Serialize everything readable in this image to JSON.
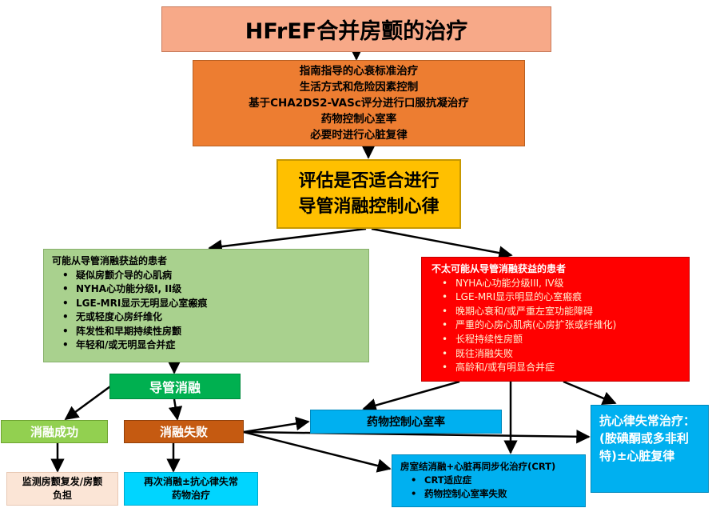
{
  "title": "HFrEF合并房颤的治疗",
  "standard_therapy": {
    "lines": [
      "指南指导的心衰标准治疗",
      "生活方式和危险因素控制",
      "基于CHA2DS2-VASc评分进行口服抗凝治疗",
      "药物控制心室率",
      "必要时进行心脏复律"
    ]
  },
  "assessment": {
    "lines": [
      "评估是否适合进行",
      "导管消融控制心律"
    ]
  },
  "likely_benefit": {
    "heading": "可能从导管消融获益的患者",
    "items": [
      "疑似房颤介导的心肌病",
      "NYHA心功能分级I, II级",
      "LGE-MRI显示无明显心室瘢痕",
      "无或轻度心房纤维化",
      "阵发性和早期持续性房颤",
      "年轻和/或无明显合并症"
    ]
  },
  "unlikely_benefit": {
    "heading": "不太可能从导管消融获益的患者",
    "items": [
      "NYHA心功能分级III, IV级",
      "LGE-MRI显示明显的心室瘢痕",
      "晚期心衰和/或严重左室功能障碍",
      "严重的心房心肌病(心房扩张或纤维化)",
      "长程持续性房颤",
      "既往消融失败",
      "高龄和/或有明显合并症"
    ]
  },
  "catheter_ablation": "导管消融",
  "ablation_success": "消融成功",
  "ablation_failure": "消融失败",
  "monitor": {
    "lines": [
      "监测房颤复发/房颤",
      "负担"
    ]
  },
  "redo": {
    "lines": [
      "再次消融±抗心律失常",
      "药物治疗"
    ]
  },
  "rate_control": "药物控制心室率",
  "avn_ablation": {
    "heading": "房室结消融+心脏再同步化治疗(CRT)",
    "items": [
      "CRT适应症",
      "药物控制心室率失败"
    ]
  },
  "antiarrhythmic": {
    "lines": [
      "抗心律失常治疗：",
      "(胺碘酮或多非利",
      "特)±心脏复律"
    ]
  }
}
